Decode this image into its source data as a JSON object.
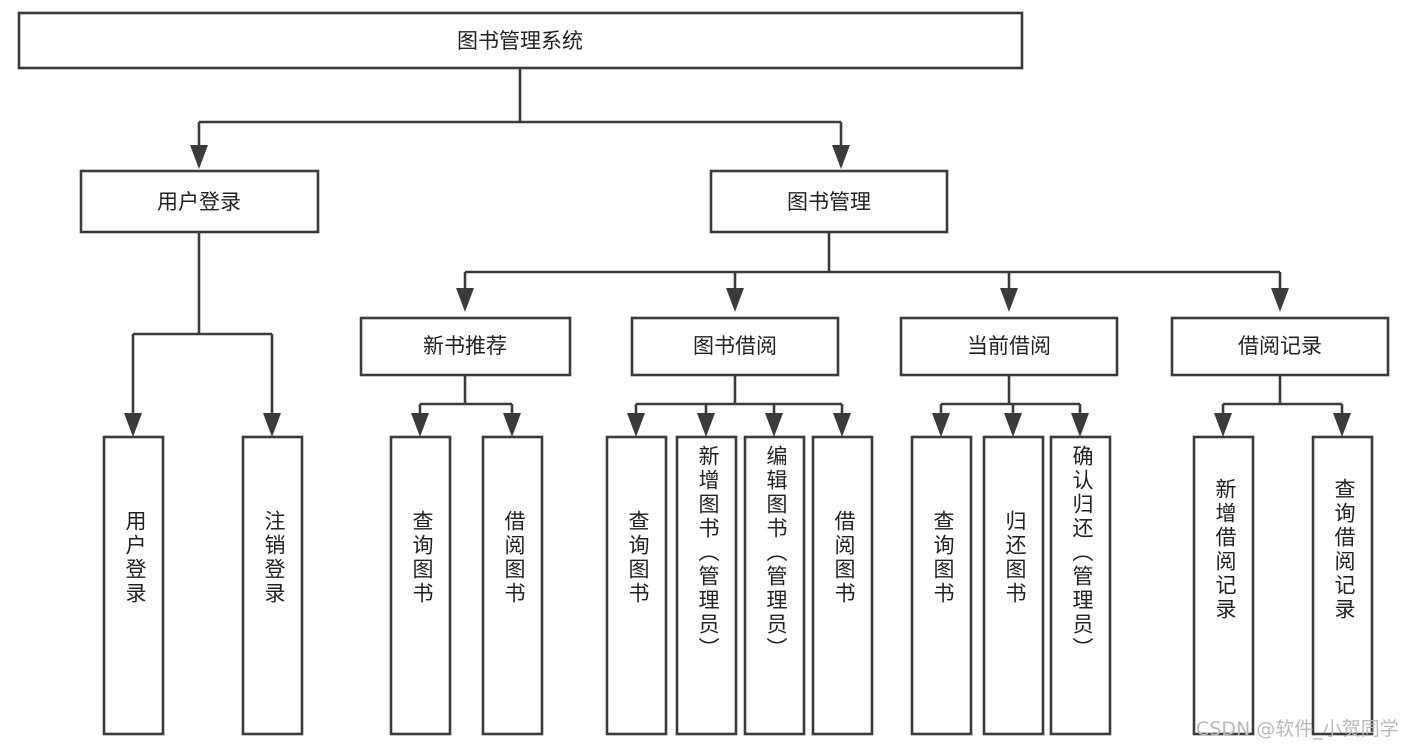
{
  "diagram": {
    "title": "图书管理系统",
    "type": "tree-hierarchy",
    "orientation": "top-down",
    "root": {
      "id": "root",
      "label": "图书管理系统"
    },
    "level2": [
      {
        "id": "user-login",
        "label": "用户登录"
      },
      {
        "id": "book-manage",
        "label": "图书管理"
      }
    ],
    "level3": [
      {
        "id": "new-book-recommend",
        "label": "新书推荐",
        "parent": "book-manage"
      },
      {
        "id": "book-borrow",
        "label": "图书借阅",
        "parent": "book-manage"
      },
      {
        "id": "current-borrow",
        "label": "当前借阅",
        "parent": "book-manage"
      },
      {
        "id": "borrow-record",
        "label": "借阅记录",
        "parent": "book-manage"
      }
    ],
    "leaves": [
      {
        "id": "leaf-user-login",
        "label": "用户登录",
        "parent": "user-login"
      },
      {
        "id": "leaf-logout-login",
        "label": "注销登录",
        "parent": "user-login"
      },
      {
        "id": "leaf-query-book-1",
        "label": "查询图书",
        "parent": "new-book-recommend"
      },
      {
        "id": "leaf-borrow-book-1",
        "label": "借阅图书",
        "parent": "new-book-recommend"
      },
      {
        "id": "leaf-query-book-2",
        "label": "查询图书",
        "parent": "book-borrow"
      },
      {
        "id": "leaf-add-book",
        "label": "新增图书（管理员）",
        "parent": "book-borrow"
      },
      {
        "id": "leaf-edit-book",
        "label": "编辑图书（管理员）",
        "parent": "book-borrow"
      },
      {
        "id": "leaf-borrow-book-2",
        "label": "借阅图书",
        "parent": "book-borrow"
      },
      {
        "id": "leaf-query-book-3",
        "label": "查询图书",
        "parent": "current-borrow"
      },
      {
        "id": "leaf-return-book",
        "label": "归还图书",
        "parent": "current-borrow"
      },
      {
        "id": "leaf-confirm-return",
        "label": "确认归还（管理员）",
        "parent": "current-borrow"
      },
      {
        "id": "leaf-add-record",
        "label": "新增借阅记录",
        "parent": "borrow-record"
      },
      {
        "id": "leaf-query-record",
        "label": "查询借阅记录",
        "parent": "borrow-record"
      }
    ],
    "colors": {
      "stroke": "#3b3b3b",
      "fill": "#ffffff",
      "text": "#222222",
      "watermark": "#b9b9b9"
    }
  },
  "watermark": {
    "text": "CSDN @软件_小贺同学"
  }
}
